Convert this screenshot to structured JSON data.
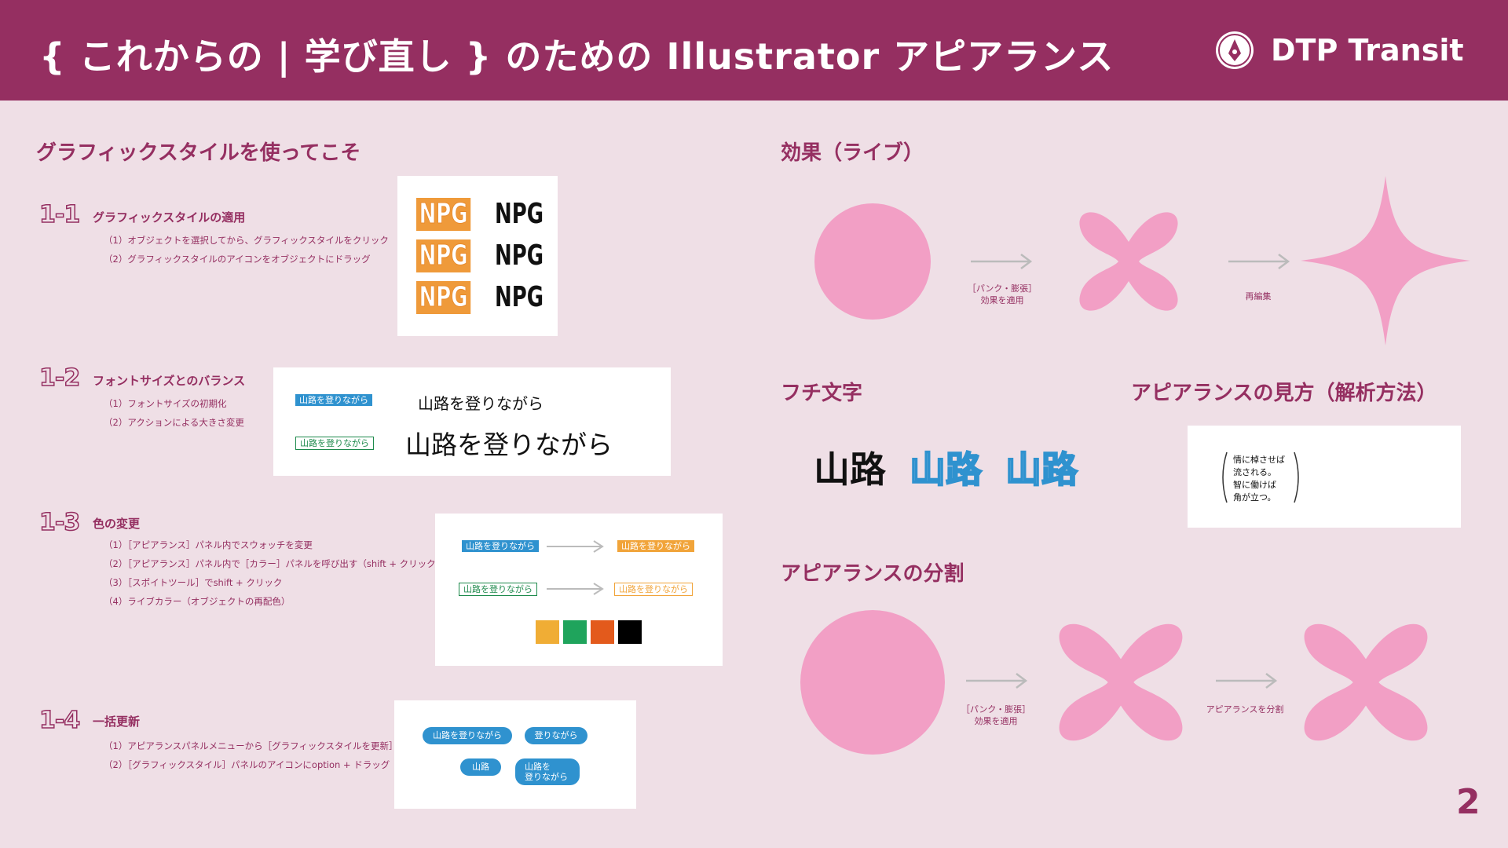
{
  "header": {
    "title": "{ これからの | 学び直し } のための Illustrator アピアランス",
    "brand": "DTP Transit"
  },
  "left": {
    "section_title": "グラフィックスタイルを使ってこそ",
    "items": [
      {
        "num": "1-1",
        "title": "グラフィックスタイルの適用",
        "subs": [
          "（1）オブジェクトを選択してから、グラフィックスタイルをクリック",
          "（2）グラフィックスタイルのアイコンをオブジェクトにドラッグ"
        ]
      },
      {
        "num": "1-2",
        "title": "フォントサイズとのバランス",
        "subs": [
          "（1）フォントサイズの初期化",
          "（2）アクションによる大きさ変更"
        ]
      },
      {
        "num": "1-3",
        "title": "色の変更",
        "subs": [
          "（1）［アピアランス］パネル内でスウォッチを変更",
          "（2）［アピアランス］パネル内で［カラー］パネルを呼び出す（shift + クリック）",
          "（3）［スポイトツール］でshift + クリック",
          "（4）ライブカラー（オブジェクトの再配色）"
        ]
      },
      {
        "num": "1-4",
        "title": "一括更新",
        "subs": [
          "（1）アピアランスパネルメニューから［グラフィックスタイルを更新］",
          "（2）［グラフィックスタイル］パネルのアイコンにoption + ドラッグ"
        ]
      }
    ],
    "npg": "NPG",
    "phrase": "山路を登りながら",
    "pills": [
      "山路を登りながら",
      "登りながら",
      "山路",
      "山路を",
      "登りながら"
    ],
    "swatch_colors": [
      "#f0ad35",
      "#1fa45c",
      "#e35a1c",
      "#000000"
    ]
  },
  "right": {
    "effect": {
      "title": "効果（ライブ）",
      "caption1": [
        "［パンク・膨張］",
        "効果を適用"
      ],
      "caption2": "再編集"
    },
    "fuchi": {
      "title": "フチ文字",
      "text": "山路"
    },
    "analysis": {
      "title": "アピアランスの見方（解析方法）",
      "poem": [
        "情に棹させば",
        "流される。",
        "智に働けば",
        "角が立つ。"
      ]
    },
    "divide": {
      "title": "アピアランスの分割",
      "caption1": [
        "［パンク・膨張］",
        "効果を適用"
      ],
      "caption2": "アピアランスを分割"
    }
  },
  "page_number": "2",
  "colors": {
    "brand": "#952f61",
    "background": "#efdfe6",
    "pink": "#f29fc5",
    "blue": "#2f92cf"
  }
}
